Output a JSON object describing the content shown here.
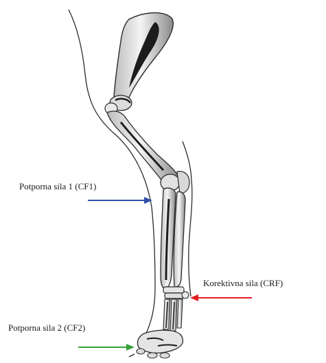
{
  "forces": {
    "cf1": {
      "label": "Potporna sila 1 (CF1)",
      "color": "#2f4fa8"
    },
    "crf": {
      "label": "Korektivna sila (CRF)",
      "color": "#e41e26"
    },
    "cf2": {
      "label": "Potporna sila 2 (CF2)",
      "color": "#35a33a"
    }
  },
  "colors": {
    "outline": "#2a2a2a",
    "bone_fill": "#eeeeee",
    "bone_shade": "#1c1c1c"
  }
}
